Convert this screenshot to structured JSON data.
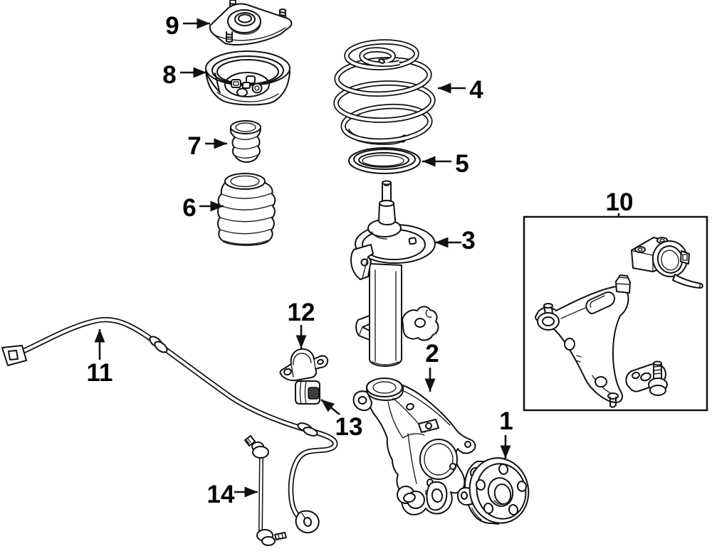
{
  "diagram": {
    "background_color": "#ffffff",
    "line_color": "#111111",
    "callouts": [
      {
        "label": "1"
      },
      {
        "label": "2"
      },
      {
        "label": "3"
      },
      {
        "label": "4"
      },
      {
        "label": "5"
      },
      {
        "label": "6"
      },
      {
        "label": "7"
      },
      {
        "label": "8"
      },
      {
        "label": "9"
      },
      {
        "label": "10"
      },
      {
        "label": "11"
      },
      {
        "label": "12"
      },
      {
        "label": "13"
      },
      {
        "label": "14"
      }
    ]
  }
}
